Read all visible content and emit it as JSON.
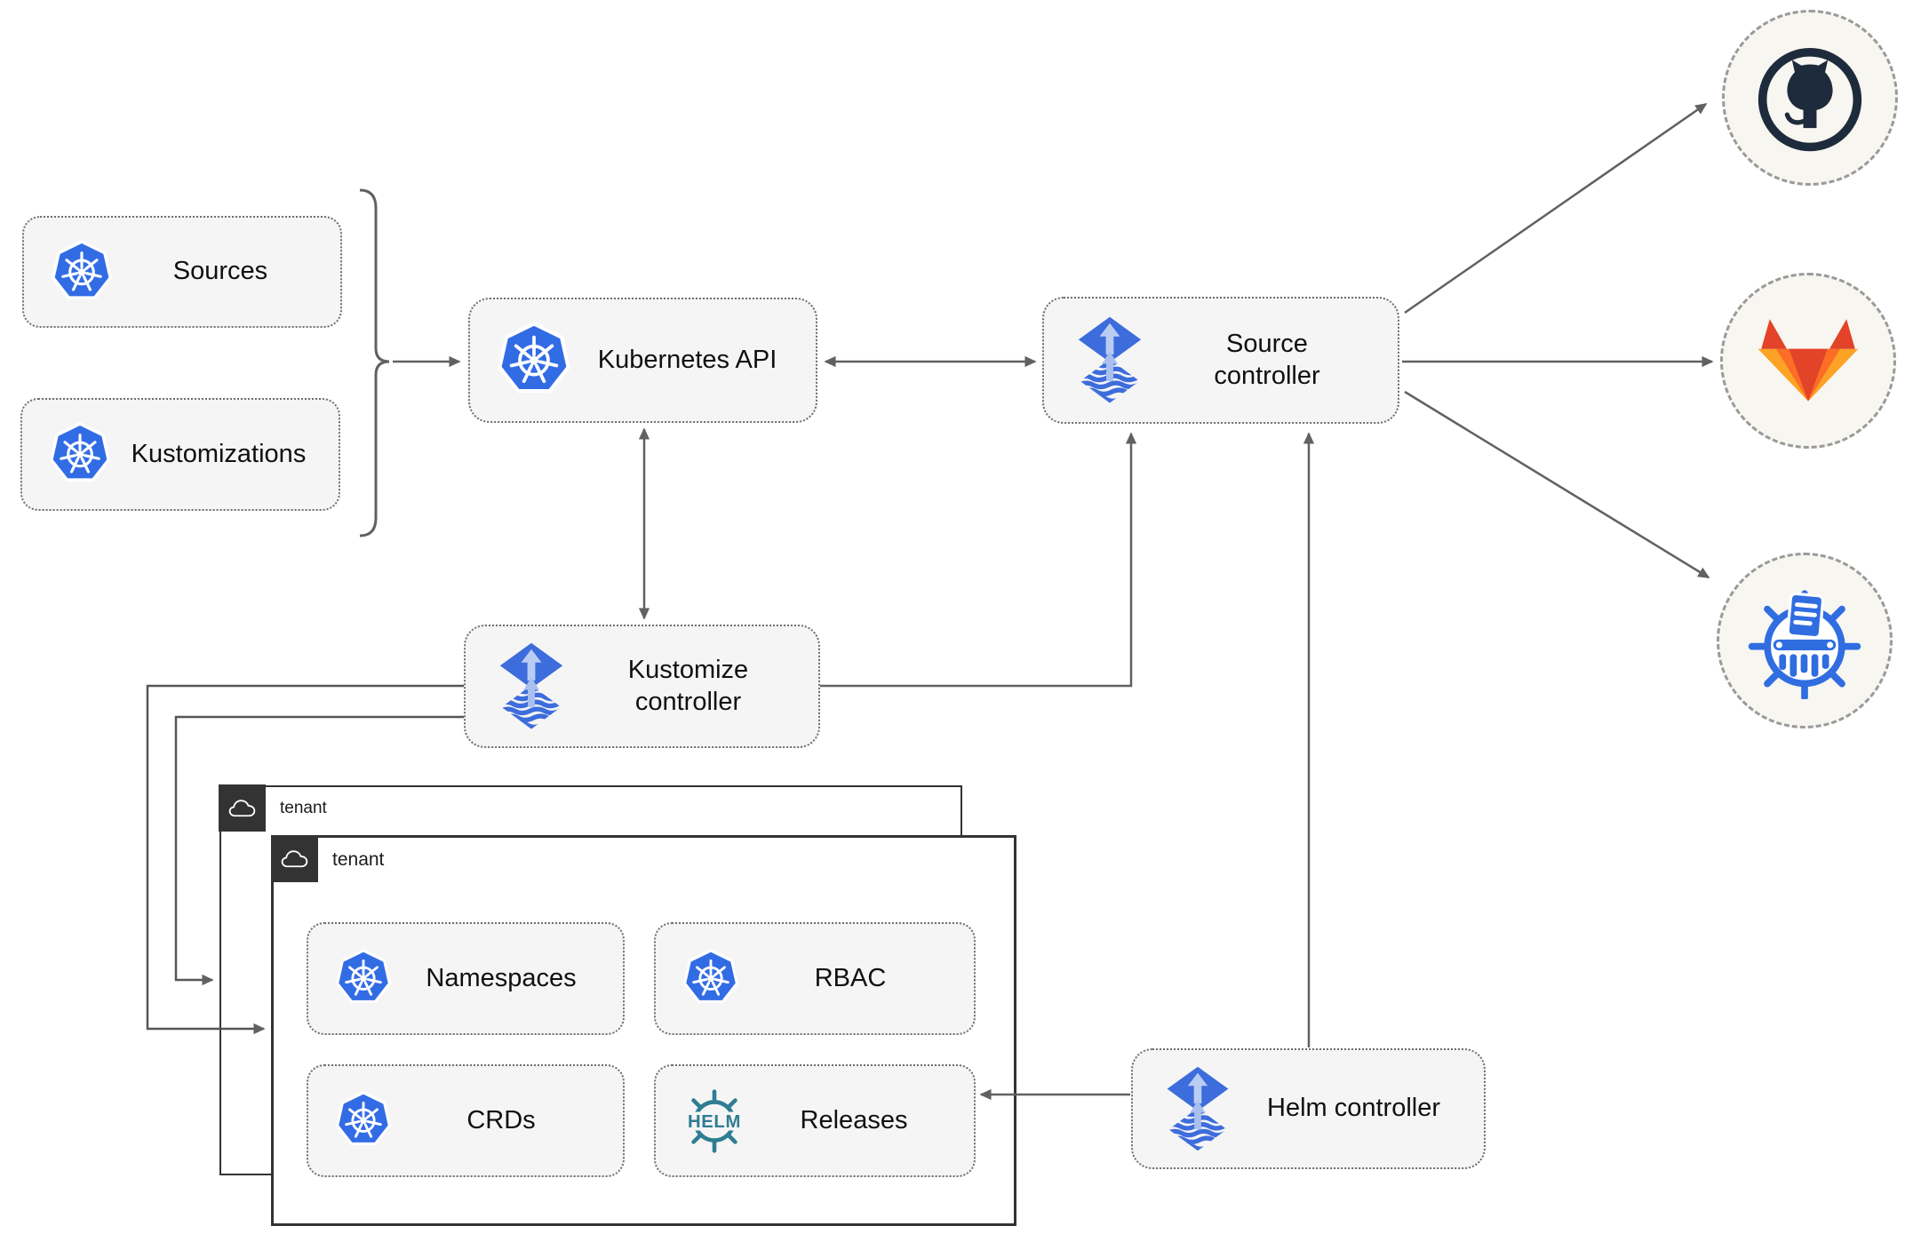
{
  "nodes": {
    "sources": {
      "label": "Sources"
    },
    "kustomizations": {
      "label": "Kustomizations"
    },
    "kubernetes_api": {
      "label": "Kubernetes API"
    },
    "source_controller": {
      "label": "Source controller"
    },
    "kustomize_controller": {
      "label": "Kustomize controller"
    },
    "helm_controller": {
      "label": "Helm controller"
    },
    "namespaces": {
      "label": "Namespaces"
    },
    "rbac": {
      "label": "RBAC"
    },
    "crds": {
      "label": "CRDs"
    },
    "releases": {
      "label": "Releases"
    }
  },
  "tenants": {
    "back": {
      "label": "tenant"
    },
    "front": {
      "label": "tenant"
    }
  },
  "icons": {
    "kubernetes": "kubernetes-icon",
    "flux": "flux-icon",
    "helm_wheel": "helm-icon",
    "helm_text": "HELM",
    "github": "github-icon",
    "gitlab": "gitlab-icon",
    "scan": "kustomize-icon",
    "cloud": "cloud-icon"
  },
  "colors": {
    "k8s_blue": "#326ce5",
    "flux_blue": "#3d6ddc",
    "flux_light": "#b9ccf3",
    "helm_teal": "#2e7d92",
    "github_dark": "#1e2b3c",
    "gitlab_red": "#e24329",
    "gitlab_orange": "#fc6d26",
    "gitlab_amber": "#fca326",
    "kustomize_blue": "#2f6de1",
    "edge_gray": "#616161",
    "box_fill": "#f5f5f5",
    "tenant_dark": "#333333"
  }
}
